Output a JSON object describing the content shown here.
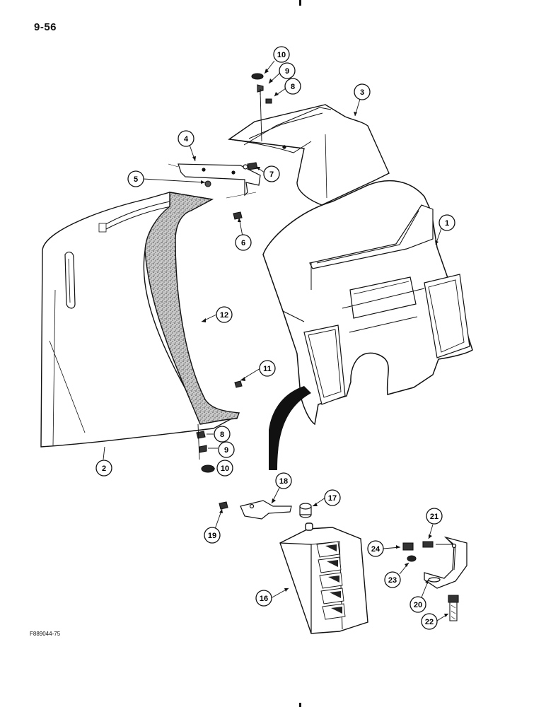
{
  "page": {
    "number": "9-56",
    "figure_code": "F889044-75"
  },
  "callouts": [
    {
      "label": "10"
    },
    {
      "label": "9"
    },
    {
      "label": "8"
    },
    {
      "label": "3"
    },
    {
      "label": "4"
    },
    {
      "label": "7"
    },
    {
      "label": "5"
    },
    {
      "label": "6"
    },
    {
      "label": "1"
    },
    {
      "label": "12"
    },
    {
      "label": "11"
    },
    {
      "label": "8"
    },
    {
      "label": "9"
    },
    {
      "label": "10"
    },
    {
      "label": "2"
    },
    {
      "label": "18"
    },
    {
      "label": "17"
    },
    {
      "label": "19"
    },
    {
      "label": "21"
    },
    {
      "label": "24"
    },
    {
      "label": "23"
    },
    {
      "label": "16"
    },
    {
      "label": "20"
    },
    {
      "label": "22"
    }
  ]
}
